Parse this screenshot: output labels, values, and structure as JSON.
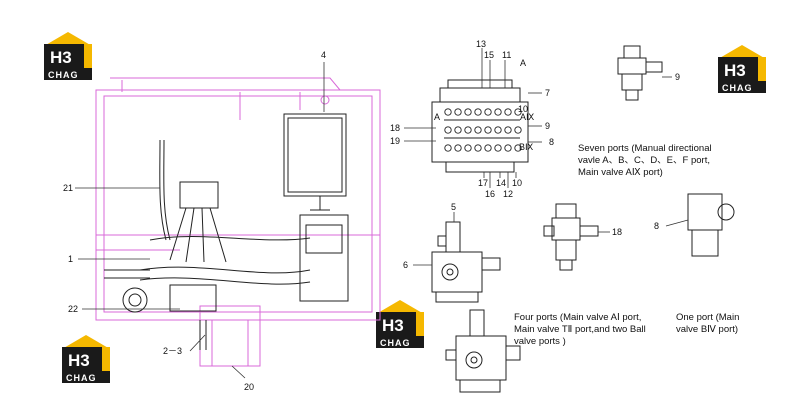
{
  "logo": {
    "mark": "H3",
    "text": "CHAG",
    "accent": "#f5b800",
    "dark": "#1a1a1a"
  },
  "labels": {
    "n1": "1",
    "n4": "4",
    "n5": "5",
    "n6": "6",
    "n7": "7",
    "n8": "8",
    "n9": "9",
    "n10": "10",
    "n11": "11",
    "n12": "12",
    "n13": "13",
    "n14": "14",
    "n15": "15",
    "n16": "16",
    "n17": "17",
    "n18": "18",
    "n19": "19",
    "n20": "20",
    "n21": "21",
    "n22": "22",
    "n23": "2－3",
    "A": "A"
  },
  "captions": {
    "seven": [
      "Seven ports (Manual directional",
      "vavle A、B、C、D、E、F port,",
      "Main valve AⅨ port)"
    ],
    "four": [
      "Four ports (Main valve AⅠ port,",
      "Main valve TⅡ port,and two Ball",
      "valve ports    )"
    ],
    "one": [
      "One port (Main",
      "valve BⅣ port)"
    ]
  },
  "valve_marks": {
    "aix": "AⅨ",
    "bix": "BⅨ",
    "a": "A"
  },
  "colors": {
    "frame": "#d86ad8",
    "line": "#222222"
  }
}
